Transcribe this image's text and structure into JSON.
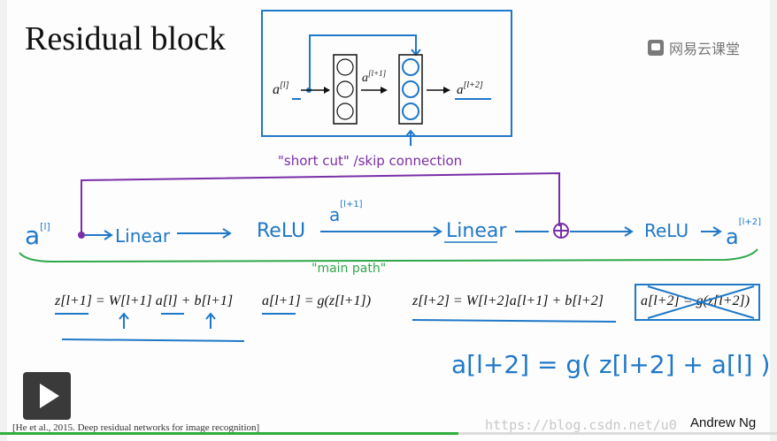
{
  "slide": {
    "title": "Residual block",
    "logo_text": "网易云课堂",
    "citation": "[He et al., 2015. Deep residual networks for image recognition]",
    "author": "Andrew Ng",
    "watermark": "https://blog.csdn.net/u0",
    "accent": "#1f78c8"
  },
  "diagram": {
    "input_label": "a",
    "input_sup": "[l]",
    "mid_label": "a",
    "mid_sup": "[l+1]",
    "output_label": "a",
    "output_sup": "[l+2]",
    "shortcut_annotation": "\"short cut\" /skip connection"
  },
  "main_path": {
    "start_label": "a",
    "start_sup": "[l]",
    "steps": [
      "Linear",
      "ReLU",
      "Linear",
      "ReLU"
    ],
    "mid_sup": "[l+1]",
    "end_label": "a",
    "end_sup": "[l+2]",
    "annotation": "\"main path\""
  },
  "equations": {
    "eq1": "z[l+1] = W[l+1] a[l] + b[l+1]",
    "eq2": "a[l+1] = g(z[l+1])",
    "eq3": "z[l+2] = W[l+2]a[l+1] + b[l+2]",
    "eq4": "a[l+2] = g(z[l+2])",
    "eq5": "a[l+2] = g( z[l+2] + a[l] )"
  },
  "player": {
    "play_icon": "play-icon",
    "progress": 0.59,
    "progress_color": "#2fae3c"
  }
}
